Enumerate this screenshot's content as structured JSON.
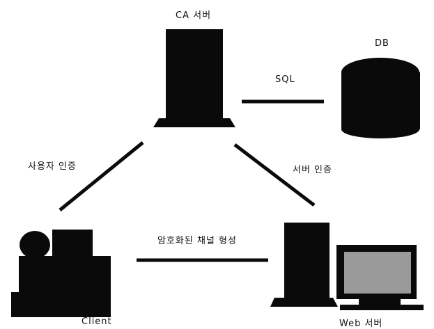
{
  "nodes": {
    "ca_server": "CA 서버",
    "db": "DB",
    "client": "Client",
    "web_server": "Web 서버"
  },
  "edges": {
    "ca_db": "SQL",
    "ca_client": "사용자 인증",
    "ca_web": "서버 인증",
    "client_web": "암호화된 채널 형성"
  },
  "colors": {
    "ink": "#0a0a0a",
    "monitor_screen": "#9a9a9a"
  }
}
